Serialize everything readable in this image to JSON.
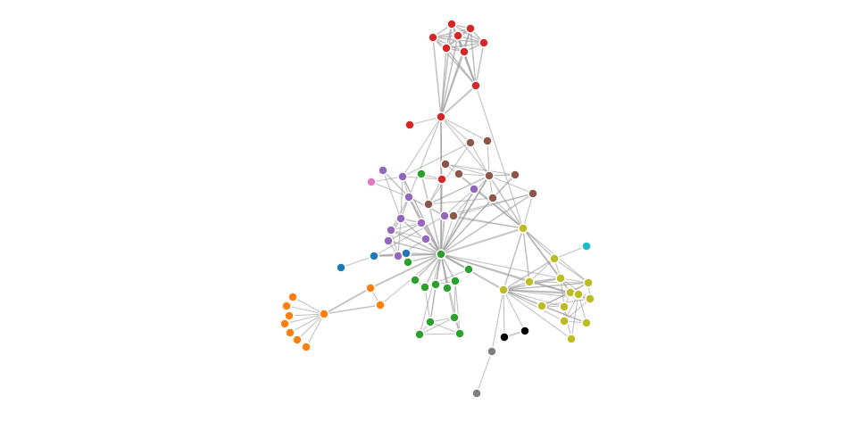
{
  "graph": {
    "group_colors": {
      "red": "#d62728",
      "brown": "#8c564b",
      "purple": "#9467bd",
      "green": "#2ca02c",
      "olive": "#bcbd22",
      "orange": "#ff7f0e",
      "blue": "#1f77b4",
      "pink": "#e377c2",
      "cyan": "#17becf",
      "black": "#000000",
      "gray": "#7f7f7f"
    },
    "nodes": [
      {
        "id": "r1",
        "group": "red"
      },
      {
        "id": "r2",
        "group": "red"
      },
      {
        "id": "r3",
        "group": "red"
      },
      {
        "id": "r4",
        "group": "red"
      },
      {
        "id": "r5",
        "group": "red"
      },
      {
        "id": "r6",
        "group": "red"
      },
      {
        "id": "r7",
        "group": "red"
      },
      {
        "id": "r8",
        "group": "red"
      },
      {
        "id": "r9",
        "group": "red"
      },
      {
        "id": "r10",
        "group": "red"
      },
      {
        "id": "r11",
        "group": "red"
      },
      {
        "id": "b1",
        "group": "brown"
      },
      {
        "id": "b2",
        "group": "brown"
      },
      {
        "id": "b3",
        "group": "brown"
      },
      {
        "id": "b4",
        "group": "brown"
      },
      {
        "id": "b5",
        "group": "brown"
      },
      {
        "id": "b6",
        "group": "brown"
      },
      {
        "id": "b7",
        "group": "brown"
      },
      {
        "id": "b8",
        "group": "brown"
      },
      {
        "id": "b9",
        "group": "brown"
      },
      {
        "id": "b10",
        "group": "brown"
      },
      {
        "id": "p1",
        "group": "purple"
      },
      {
        "id": "p2",
        "group": "purple"
      },
      {
        "id": "p3",
        "group": "purple"
      },
      {
        "id": "p4",
        "group": "purple"
      },
      {
        "id": "p5",
        "group": "purple"
      },
      {
        "id": "p6",
        "group": "purple"
      },
      {
        "id": "p7",
        "group": "purple"
      },
      {
        "id": "p8",
        "group": "purple"
      },
      {
        "id": "p9",
        "group": "purple"
      },
      {
        "id": "p10",
        "group": "purple"
      },
      {
        "id": "p11",
        "group": "purple"
      },
      {
        "id": "pk1",
        "group": "pink"
      },
      {
        "id": "g0",
        "group": "green"
      },
      {
        "id": "g1",
        "group": "green"
      },
      {
        "id": "g2",
        "group": "green"
      },
      {
        "id": "g3",
        "group": "green"
      },
      {
        "id": "g4",
        "group": "green"
      },
      {
        "id": "g5",
        "group": "green"
      },
      {
        "id": "g6",
        "group": "green"
      },
      {
        "id": "g7",
        "group": "green"
      },
      {
        "id": "g8",
        "group": "green"
      },
      {
        "id": "g9",
        "group": "green"
      },
      {
        "id": "g10",
        "group": "green"
      },
      {
        "id": "g11",
        "group": "green"
      },
      {
        "id": "g12",
        "group": "green"
      },
      {
        "id": "bl1",
        "group": "blue"
      },
      {
        "id": "bl2",
        "group": "blue"
      },
      {
        "id": "bl3",
        "group": "blue"
      },
      {
        "id": "o0",
        "group": "orange"
      },
      {
        "id": "o1",
        "group": "orange"
      },
      {
        "id": "o2",
        "group": "orange"
      },
      {
        "id": "o3",
        "group": "orange"
      },
      {
        "id": "o4",
        "group": "orange"
      },
      {
        "id": "o5",
        "group": "orange"
      },
      {
        "id": "o6",
        "group": "orange"
      },
      {
        "id": "o7",
        "group": "orange"
      },
      {
        "id": "o8",
        "group": "orange"
      },
      {
        "id": "o9",
        "group": "orange"
      },
      {
        "id": "y0",
        "group": "olive"
      },
      {
        "id": "y1",
        "group": "olive"
      },
      {
        "id": "y2",
        "group": "olive"
      },
      {
        "id": "y3",
        "group": "olive"
      },
      {
        "id": "y4",
        "group": "olive"
      },
      {
        "id": "y5",
        "group": "olive"
      },
      {
        "id": "y6",
        "group": "olive"
      },
      {
        "id": "y7",
        "group": "olive"
      },
      {
        "id": "y8",
        "group": "olive"
      },
      {
        "id": "y9",
        "group": "olive"
      },
      {
        "id": "y10",
        "group": "olive"
      },
      {
        "id": "y11",
        "group": "olive"
      },
      {
        "id": "y12",
        "group": "olive"
      },
      {
        "id": "y13",
        "group": "olive"
      },
      {
        "id": "c1",
        "group": "cyan"
      },
      {
        "id": "k1",
        "group": "black"
      },
      {
        "id": "k2",
        "group": "black"
      },
      {
        "id": "gr1",
        "group": "gray"
      },
      {
        "id": "gr2",
        "group": "gray"
      }
    ],
    "links": [
      [
        "r1",
        "r2",
        2
      ],
      [
        "r1",
        "r3",
        2
      ],
      [
        "r1",
        "r4",
        2
      ],
      [
        "r1",
        "r5",
        2
      ],
      [
        "r1",
        "r6",
        2
      ],
      [
        "r1",
        "r7",
        2
      ],
      [
        "r2",
        "r3",
        2
      ],
      [
        "r2",
        "r4",
        2
      ],
      [
        "r2",
        "r5",
        2
      ],
      [
        "r2",
        "r6",
        2
      ],
      [
        "r2",
        "r7",
        2
      ],
      [
        "r3",
        "r4",
        2
      ],
      [
        "r3",
        "r5",
        2
      ],
      [
        "r3",
        "r6",
        2
      ],
      [
        "r3",
        "r7",
        2
      ],
      [
        "r4",
        "r5",
        2
      ],
      [
        "r4",
        "r6",
        2
      ],
      [
        "r4",
        "r7",
        2
      ],
      [
        "r5",
        "r6",
        2
      ],
      [
        "r5",
        "r7",
        2
      ],
      [
        "r6",
        "r7",
        2
      ],
      [
        "r8",
        "r1",
        2
      ],
      [
        "r8",
        "r2",
        2
      ],
      [
        "r8",
        "r3",
        2
      ],
      [
        "r8",
        "r4",
        2
      ],
      [
        "r8",
        "r5",
        2
      ],
      [
        "r8",
        "r6",
        2
      ],
      [
        "r8",
        "r7",
        2
      ],
      [
        "r9",
        "r1",
        2
      ],
      [
        "r9",
        "r2",
        2
      ],
      [
        "r9",
        "r3",
        2
      ],
      [
        "r9",
        "r5",
        2
      ],
      [
        "r9",
        "r6",
        2
      ],
      [
        "r9",
        "r7",
        2
      ],
      [
        "r9",
        "r8",
        3
      ],
      [
        "r9",
        "r10",
        1
      ],
      [
        "r9",
        "r11",
        1
      ],
      [
        "r9",
        "b2",
        1
      ],
      [
        "r9",
        "p2",
        1
      ],
      [
        "r9",
        "g0",
        3
      ],
      [
        "r9",
        "b1",
        1
      ],
      [
        "r9",
        "p3",
        1
      ],
      [
        "r9",
        "b6",
        1
      ],
      [
        "r8",
        "y0",
        1
      ],
      [
        "r11",
        "g0",
        2
      ],
      [
        "r11",
        "b5",
        1
      ],
      [
        "r11",
        "p2",
        1
      ],
      [
        "r11",
        "g1",
        1
      ],
      [
        "b1",
        "b5",
        1
      ],
      [
        "b1",
        "b6",
        1
      ],
      [
        "b2",
        "b6",
        1
      ],
      [
        "b3",
        "b7",
        1
      ],
      [
        "b3",
        "b6",
        1
      ],
      [
        "b4",
        "b6",
        1
      ],
      [
        "b5",
        "b6",
        2
      ],
      [
        "b5",
        "b8",
        1
      ],
      [
        "b6",
        "b7",
        2
      ],
      [
        "b6",
        "b8",
        1
      ],
      [
        "b6",
        "b9",
        1
      ],
      [
        "b6",
        "b10",
        1
      ],
      [
        "b6",
        "g0",
        3
      ],
      [
        "b6",
        "y0",
        2
      ],
      [
        "b7",
        "b8",
        1
      ],
      [
        "b8",
        "y0",
        1
      ],
      [
        "b3",
        "y0",
        1
      ],
      [
        "b4",
        "y0",
        1
      ],
      [
        "b9",
        "y0",
        1
      ],
      [
        "b10",
        "y0",
        1
      ],
      [
        "b7",
        "g0",
        1
      ],
      [
        "b8",
        "g0",
        1
      ],
      [
        "b9",
        "g0",
        1
      ],
      [
        "b10",
        "g0",
        2
      ],
      [
        "b9",
        "p9",
        1
      ],
      [
        "b9",
        "b10",
        1
      ],
      [
        "b10",
        "p9",
        1
      ],
      [
        "p1",
        "p3",
        2
      ],
      [
        "p1",
        "p4",
        1
      ],
      [
        "p2",
        "p3",
        1
      ],
      [
        "p2",
        "p4",
        1
      ],
      [
        "p3",
        "p4",
        2
      ],
      [
        "p3",
        "p5",
        2
      ],
      [
        "p3",
        "p6",
        1
      ],
      [
        "p3",
        "p9",
        2
      ],
      [
        "p3",
        "g0",
        3
      ],
      [
        "p4",
        "p5",
        2
      ],
      [
        "p4",
        "p6",
        2
      ],
      [
        "p4",
        "p7",
        1
      ],
      [
        "p4",
        "p8",
        1
      ],
      [
        "p4",
        "g0",
        2
      ],
      [
        "p5",
        "p6",
        1
      ],
      [
        "p5",
        "p7",
        2
      ],
      [
        "p5",
        "g0",
        3
      ],
      [
        "p6",
        "p7",
        1
      ],
      [
        "p6",
        "p8",
        1
      ],
      [
        "p6",
        "g0",
        2
      ],
      [
        "p6",
        "p10",
        1
      ],
      [
        "p7",
        "g0",
        2
      ],
      [
        "p7",
        "p8",
        1
      ],
      [
        "p8",
        "p10",
        1
      ],
      [
        "p8",
        "g0",
        1
      ],
      [
        "p9",
        "g0",
        3
      ],
      [
        "p9",
        "p11",
        1
      ],
      [
        "p10",
        "g0",
        2
      ],
      [
        "p11",
        "g0",
        2
      ],
      [
        "p2",
        "g0",
        1
      ],
      [
        "p2",
        "b1",
        1
      ],
      [
        "p9",
        "y0",
        1
      ],
      [
        "p11",
        "y0",
        1
      ],
      [
        "pk1",
        "p3",
        1
      ],
      [
        "pk1",
        "p2",
        1
      ],
      [
        "g0",
        "g1",
        2
      ],
      [
        "g0",
        "g2",
        2
      ],
      [
        "g0",
        "g3",
        2
      ],
      [
        "g0",
        "g4",
        2
      ],
      [
        "g0",
        "g5",
        2
      ],
      [
        "g0",
        "g6",
        2
      ],
      [
        "g0",
        "g7",
        3
      ],
      [
        "g0",
        "g8",
        2
      ],
      [
        "g0",
        "g9",
        1
      ],
      [
        "g0",
        "g10",
        1
      ],
      [
        "g0",
        "g11",
        1
      ],
      [
        "g0",
        "g12",
        1
      ],
      [
        "g0",
        "y0",
        3
      ],
      [
        "g0",
        "y1",
        3
      ],
      [
        "g0",
        "y2",
        2
      ],
      [
        "g0",
        "o1",
        3
      ],
      [
        "g0",
        "bl2",
        2
      ],
      [
        "g0",
        "bl3",
        2
      ],
      [
        "g0",
        "y4",
        1
      ],
      [
        "g0",
        "y6",
        1
      ],
      [
        "g0",
        "b6",
        1
      ],
      [
        "g0",
        "p2",
        1
      ],
      [
        "g3",
        "g4",
        1
      ],
      [
        "g4",
        "g7",
        1
      ],
      [
        "g5",
        "g6",
        1
      ],
      [
        "g5",
        "g9",
        1
      ],
      [
        "g9",
        "g10",
        1
      ],
      [
        "g10",
        "g11",
        1
      ],
      [
        "g9",
        "g12",
        1
      ],
      [
        "g11",
        "g12",
        1
      ],
      [
        "g10",
        "g12",
        1
      ],
      [
        "g9",
        "g11",
        1
      ],
      [
        "g6",
        "g12",
        1
      ],
      [
        "g4",
        "g9",
        1
      ],
      [
        "g6",
        "g10",
        1
      ],
      [
        "bl1",
        "bl2",
        1
      ],
      [
        "bl2",
        "bl3",
        3
      ],
      [
        "bl2",
        "p9",
        1
      ],
      [
        "bl2",
        "p8",
        1
      ],
      [
        "o1",
        "o0",
        3
      ],
      [
        "o1",
        "o2",
        1
      ],
      [
        "o2",
        "o0",
        2
      ],
      [
        "o0",
        "o3",
        1
      ],
      [
        "o0",
        "o4",
        1
      ],
      [
        "o0",
        "o5",
        1
      ],
      [
        "o0",
        "o6",
        1
      ],
      [
        "o0",
        "o7",
        1
      ],
      [
        "o0",
        "o8",
        1
      ],
      [
        "o0",
        "o9",
        1
      ],
      [
        "o2",
        "g0",
        1
      ],
      [
        "y0",
        "y1",
        2
      ],
      [
        "y0",
        "y2",
        2
      ],
      [
        "y0",
        "y3",
        2
      ],
      [
        "y0",
        "y4",
        2
      ],
      [
        "y0",
        "y5",
        1
      ],
      [
        "y0",
        "y6",
        1
      ],
      [
        "y1",
        "y2",
        2
      ],
      [
        "y1",
        "y3",
        2
      ],
      [
        "y1",
        "y4",
        2
      ],
      [
        "y1",
        "y5",
        2
      ],
      [
        "y1",
        "y6",
        2
      ],
      [
        "y1",
        "y7",
        1
      ],
      [
        "y1",
        "y8",
        1
      ],
      [
        "y1",
        "y9",
        1
      ],
      [
        "y1",
        "y10",
        1
      ],
      [
        "y1",
        "y11",
        1
      ],
      [
        "y1",
        "y12",
        1
      ],
      [
        "y1",
        "y13",
        1
      ],
      [
        "y2",
        "y3",
        1
      ],
      [
        "y2",
        "y4",
        2
      ],
      [
        "y2",
        "y5",
        1
      ],
      [
        "y2",
        "y6",
        1
      ],
      [
        "y2",
        "y7",
        1
      ],
      [
        "y3",
        "y4",
        1
      ],
      [
        "y3",
        "y5",
        1
      ],
      [
        "y4",
        "y5",
        1
      ],
      [
        "y4",
        "y6",
        1
      ],
      [
        "y4",
        "y7",
        1
      ],
      [
        "y4",
        "y9",
        1
      ],
      [
        "y5",
        "y6",
        1
      ],
      [
        "y5",
        "y7",
        1
      ],
      [
        "y5",
        "y8",
        1
      ],
      [
        "y6",
        "y7",
        1
      ],
      [
        "y6",
        "y8",
        1
      ],
      [
        "y6",
        "y9",
        1
      ],
      [
        "y7",
        "y8",
        1
      ],
      [
        "y7",
        "y10",
        1
      ],
      [
        "y8",
        "y9",
        1
      ],
      [
        "y8",
        "y11",
        1
      ],
      [
        "y9",
        "y10",
        1
      ],
      [
        "y9",
        "y12",
        1
      ],
      [
        "y10",
        "y11",
        1
      ],
      [
        "y10",
        "y13",
        1
      ],
      [
        "y11",
        "y13",
        1
      ],
      [
        "y12",
        "y13",
        1
      ],
      [
        "y3",
        "c1",
        1
      ],
      [
        "y1",
        "k1",
        1
      ],
      [
        "y1",
        "k2",
        1
      ],
      [
        "k1",
        "k2",
        2
      ],
      [
        "y1",
        "gr1",
        1
      ],
      [
        "gr1",
        "gr2",
        1
      ]
    ]
  }
}
